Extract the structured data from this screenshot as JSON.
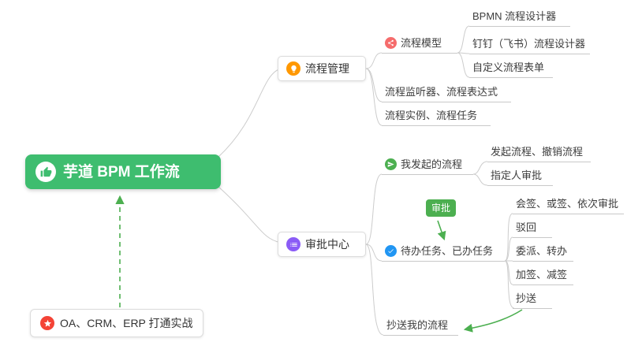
{
  "root": {
    "label": "芋道 BPM 工作流"
  },
  "practice": {
    "label": "OA、CRM、ERP 打通实战"
  },
  "process_management": {
    "label": "流程管理",
    "children": {
      "process_model": "流程模型",
      "bpmn_designer": "BPMN 流程设计器",
      "dingtalk_designer": "钉钉（飞书）流程设计器",
      "custom_form": "自定义流程表单",
      "listener_expression": "流程监听器、流程表达式",
      "instance_task": "流程实例、流程任务"
    }
  },
  "approval_center": {
    "label": "审批中心",
    "children": {
      "my_initiated": "我发起的流程",
      "initiate_cancel": "发起流程、撤销流程",
      "assignee_approval": "指定人审批",
      "todo_done": "待办任务、已办任务",
      "countersign": "会签、或签、依次审批",
      "reject": "驳回",
      "delegate_transfer": "委派、转办",
      "add_reduce_sign": "加签、减签",
      "cc": "抄送",
      "cc_my_process": "抄送我的流程"
    }
  },
  "edge_labels": {
    "approval": "审批"
  },
  "icons": {
    "root": "thumbs-up-icon",
    "process_management": "lightbulb-icon",
    "process_model": "share-icon",
    "approval_center": "list-icon",
    "my_initiated": "send-icon",
    "todo_done": "check-icon",
    "practice": "star-icon"
  },
  "colors": {
    "root_bg": "#3ebd6f",
    "accent_green": "#4caf50",
    "icon_orange": "#ff9800",
    "icon_red": "#f56c6c",
    "icon_purple": "#8b5cf6",
    "icon_green": "#4caf50",
    "icon_blue": "#2196f3",
    "icon_star_red": "#f44336",
    "connector_gray": "#cccccc"
  }
}
